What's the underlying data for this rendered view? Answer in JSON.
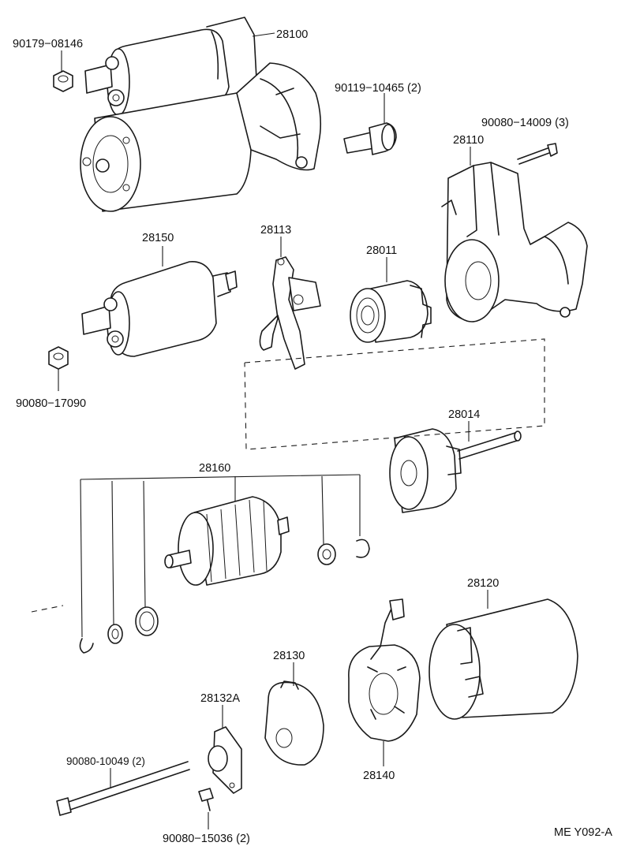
{
  "labels": {
    "p28100": "28100",
    "p90179_08146": "90179−08146",
    "p90119_10465": "90119−10465 (2)",
    "p90080_14009": "90080−14009 (3)",
    "p28110": "28110",
    "p28150": "28150",
    "p28113": "28113",
    "p28011": "28011",
    "p90080_17090": "90080−17090",
    "p28014": "28014",
    "p28160": "28160",
    "p28120": "28120",
    "p28130": "28130",
    "p28132A": "28132A",
    "p90080_10049": "90080-10049 (2)",
    "p28140": "28140",
    "p90080_15036": "90080−15036 (2)",
    "figure_code": "ME Y092-A"
  }
}
